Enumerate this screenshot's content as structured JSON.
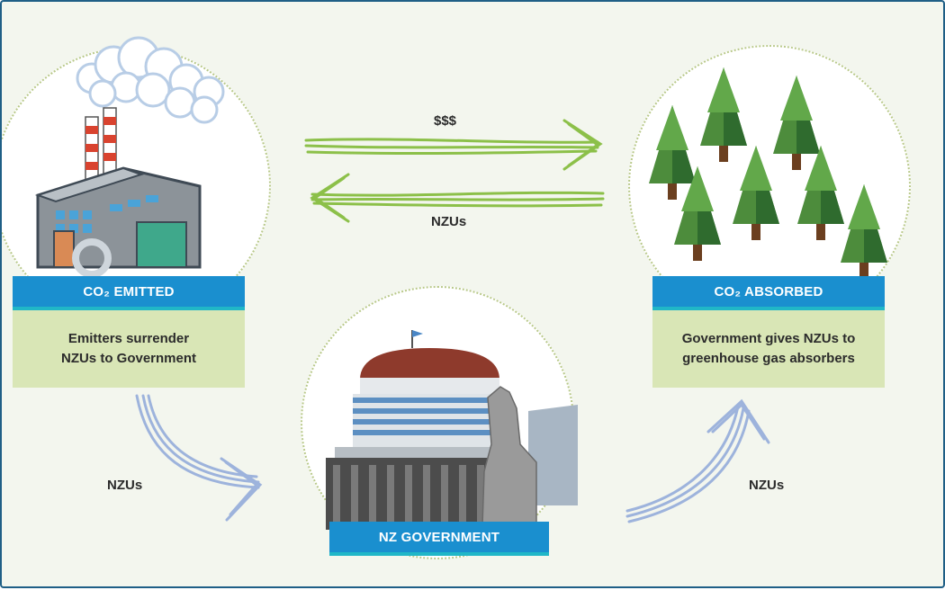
{
  "emitter": {
    "band_label": "CO₂ EMITTED",
    "description_line1": "Emitters surrender",
    "description_line2": "NZUs to Government"
  },
  "absorber": {
    "band_label": "CO₂ ABSORBED",
    "description_line1": "Government gives NZUs to",
    "description_line2": "greenhouse gas absorbers"
  },
  "government": {
    "band_label": "NZ GOVERNMENT"
  },
  "flows": {
    "money_label": "$$$",
    "top_nzus_label": "NZUs",
    "left_nzus_label": "NZUs",
    "right_nzus_label": "NZUs"
  },
  "colors": {
    "band_blue": "#1a8fcf",
    "desc_green": "#d9e6b6",
    "green_arrow": "#8cc049",
    "blue_arrow": "#9db3dc",
    "border": "#1f5f86"
  }
}
